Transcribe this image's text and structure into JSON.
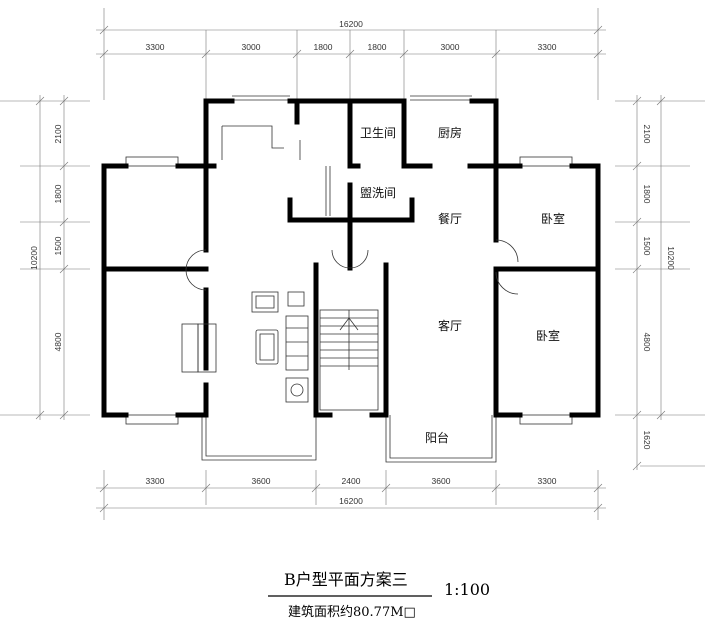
{
  "dims": {
    "top_total": "16200",
    "top": [
      "3300",
      "3000",
      "1800",
      "1800",
      "3000",
      "3300"
    ],
    "bottom": [
      "3300",
      "3600",
      "2400",
      "3600",
      "3300"
    ],
    "bottom_total": "16200",
    "left": [
      "2100",
      "1800",
      "1500",
      "4800"
    ],
    "left_total": "10200",
    "right": [
      "2100",
      "1800",
      "1500",
      "4800"
    ],
    "right_total": "10200",
    "right_extra": "1620"
  },
  "rooms": {
    "bathroom": "卫生间",
    "kitchen": "厨房",
    "washroom": "盥洗间",
    "dining": "餐厅",
    "bedroom_upper": "卧室",
    "living": "客厅",
    "bedroom_lower": "卧室",
    "balcony": "阳台"
  },
  "caption": {
    "title": "B户型平面方案三",
    "scale": "1:100",
    "area": "建筑面积约80.77M□"
  }
}
